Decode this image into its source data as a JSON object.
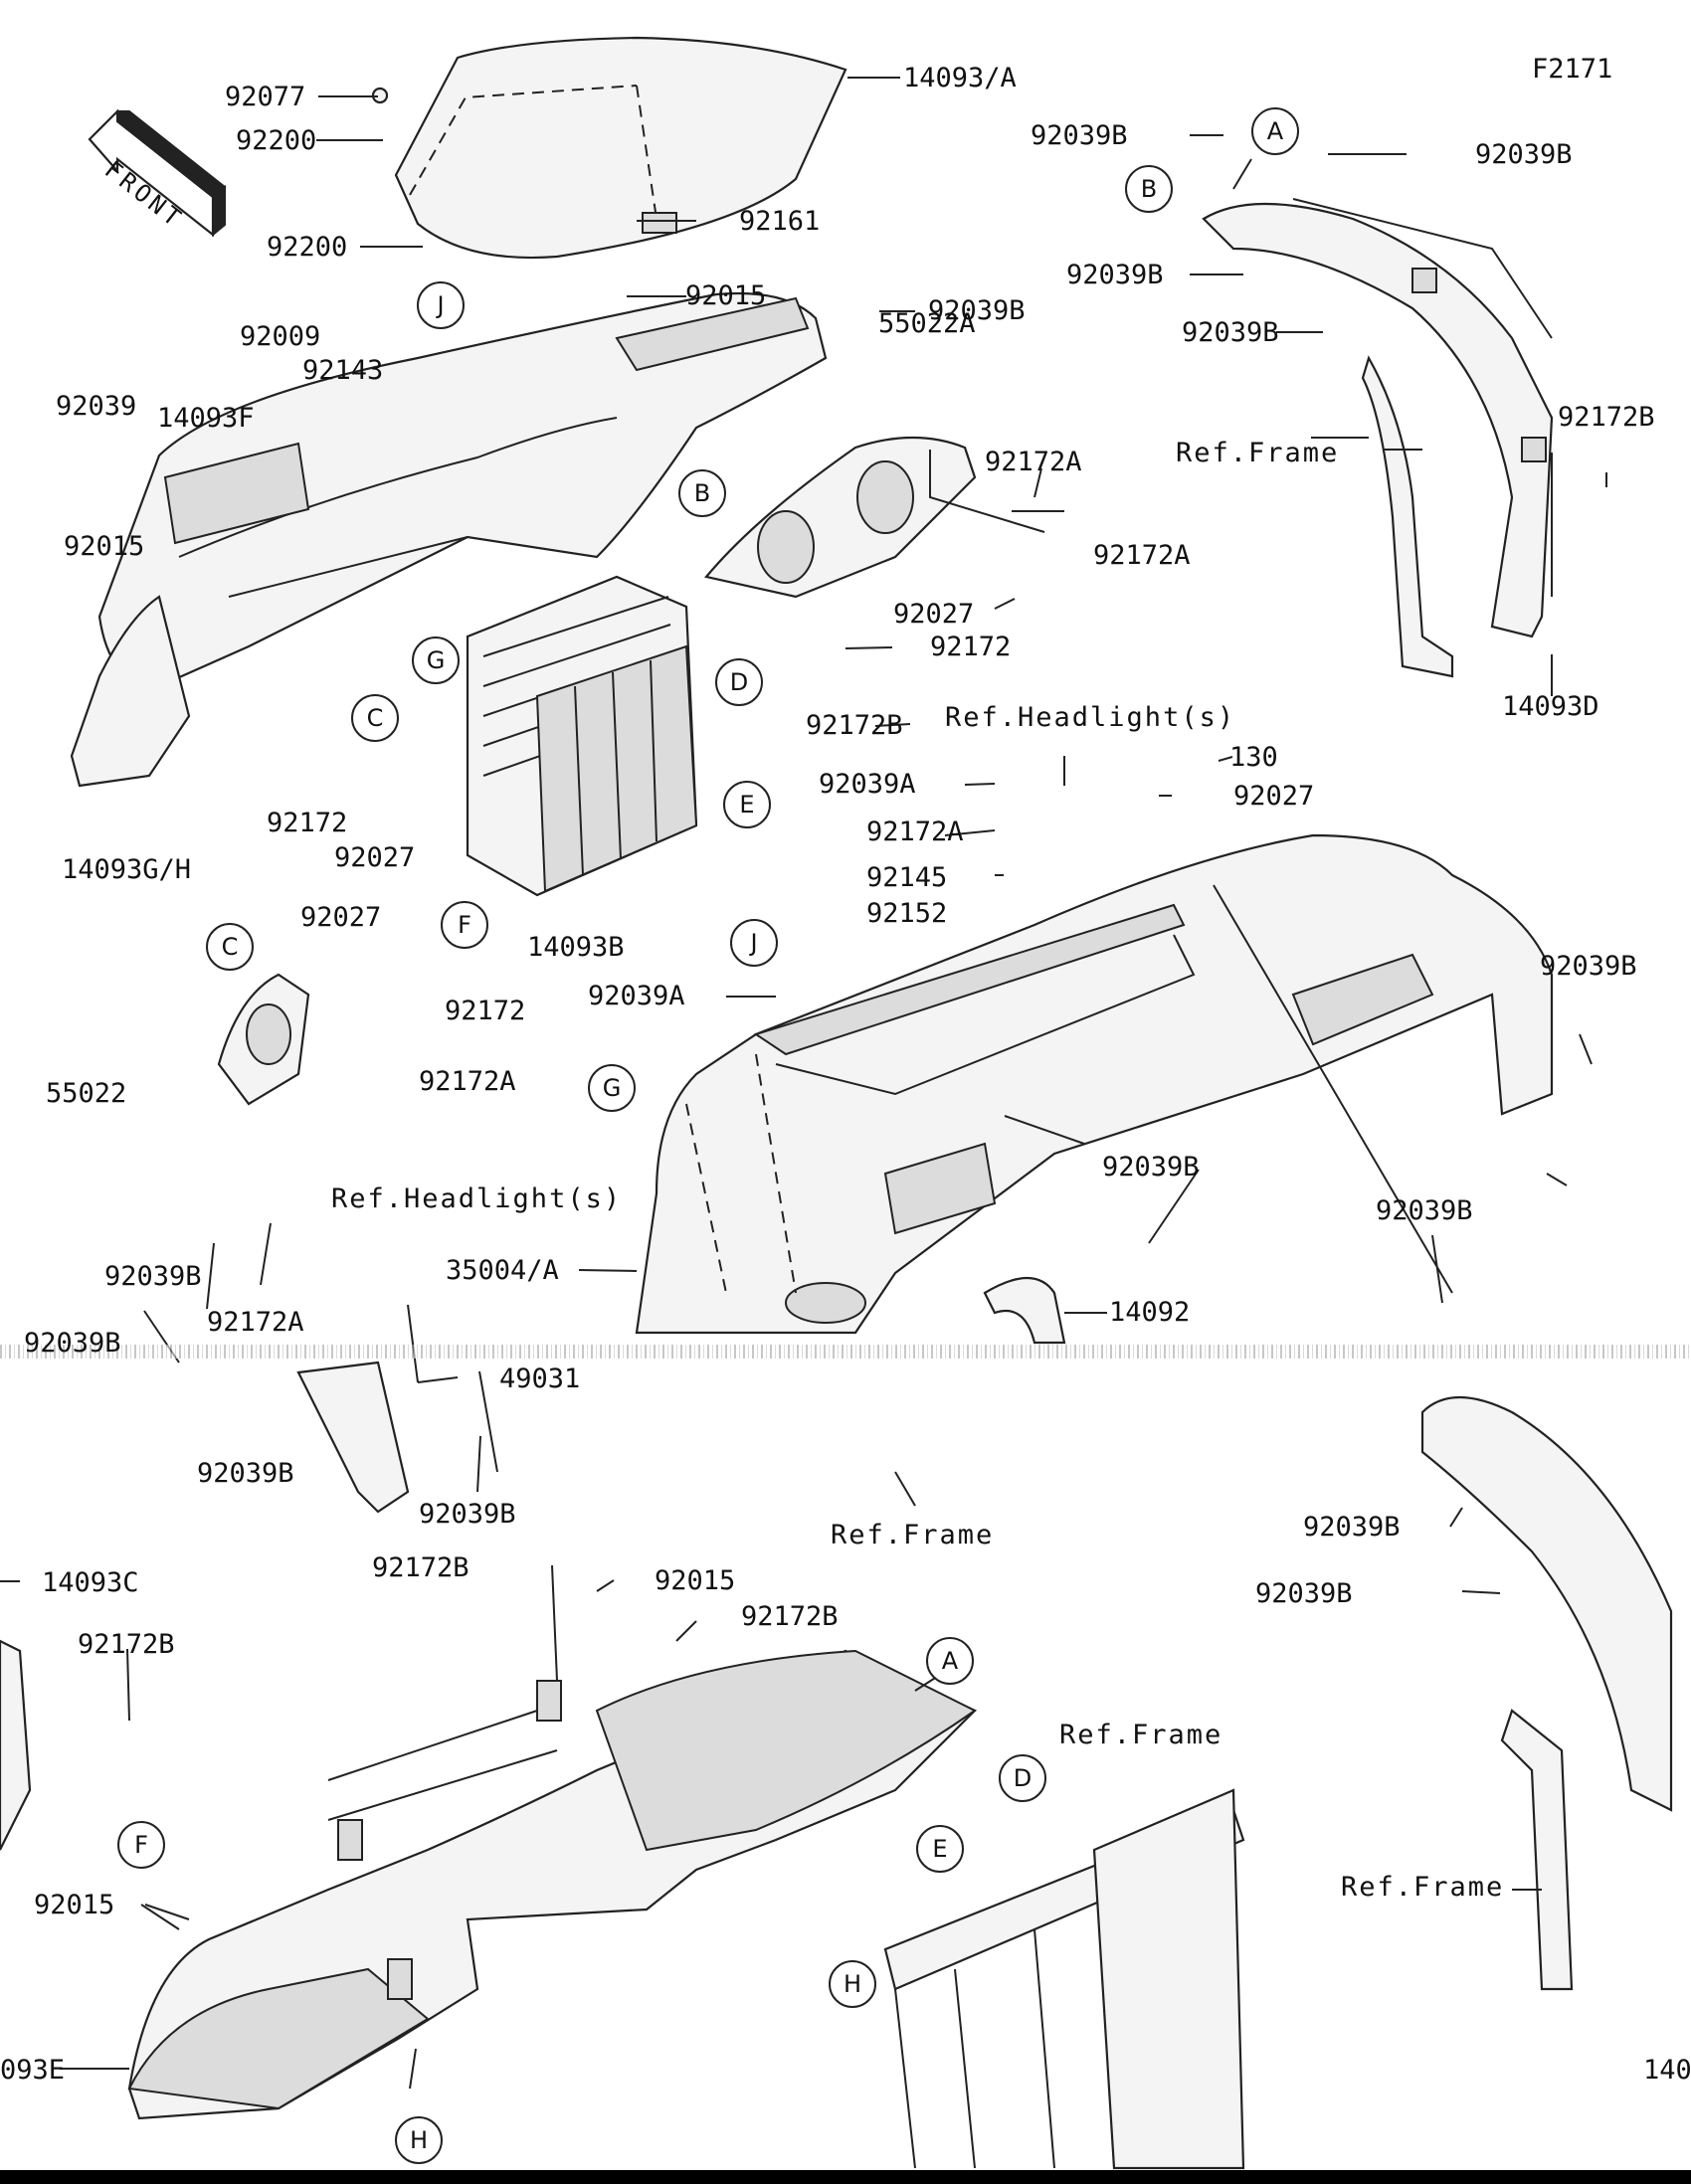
{
  "figure_code": "F2171",
  "front_badge": "FRONT",
  "labels": [
    "92077",
    "14093/A",
    "92200",
    "92161",
    "92200",
    "92039B",
    "92039B",
    "92039B",
    "92039B",
    "92015",
    "92039B",
    "55022A",
    "92009",
    "92143",
    "92039",
    "14093F",
    "92172A",
    "92172B",
    "92015",
    "92172A",
    "92027",
    "92172",
    "Ref.Frame",
    "92172B",
    "Ref.Headlight(s)",
    "14093D",
    "92039A",
    "130",
    "92027",
    "92172A",
    "14093G/H",
    "92172",
    "92027",
    "92145",
    "92152",
    "14093B",
    "92027",
    "92039A",
    "92039B",
    "92172",
    "55022",
    "92172A",
    "Ref.Headlight(s)",
    "92039B",
    "92039B",
    "35004/A",
    "92039B",
    "14092",
    "92172A",
    "92039B",
    "92039B",
    "49031",
    "92039B",
    "92039B",
    "92039B",
    "Ref.Frame",
    "14093C",
    "92172B",
    "92015",
    "92172B",
    "92172B",
    "Ref.Frame",
    "92015",
    "Ref.Frame",
    "093E",
    "140"
  ],
  "callouts": [
    "J",
    "A",
    "B",
    "B",
    "D",
    "G",
    "C",
    "E",
    "F",
    "C",
    "J",
    "G",
    "A",
    "D",
    "E",
    "F",
    "H",
    "H"
  ]
}
